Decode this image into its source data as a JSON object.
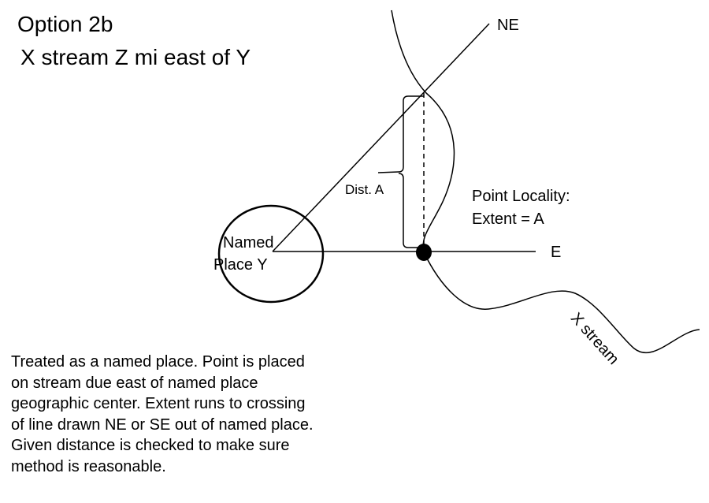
{
  "title": "Option 2b",
  "subtitle": "X stream Z mi east of Y",
  "labels": {
    "ne": "NE",
    "e": "E",
    "named_place_line1": "Named",
    "named_place_line2": "Place Y",
    "dist": "Dist. A",
    "point_locality_line1": "Point Locality:",
    "point_locality_line2": "Extent = A",
    "stream": "X stream"
  },
  "description": [
    "Treated as a named place.  Point is placed",
    "on stream due east of named place",
    "geographic center. Extent runs to crossing",
    "of line drawn NE or SE out of named place.",
    "Given distance is checked to make sure",
    "method is reasonable."
  ],
  "colors": {
    "stroke": "#000000",
    "background": "#ffffff"
  }
}
